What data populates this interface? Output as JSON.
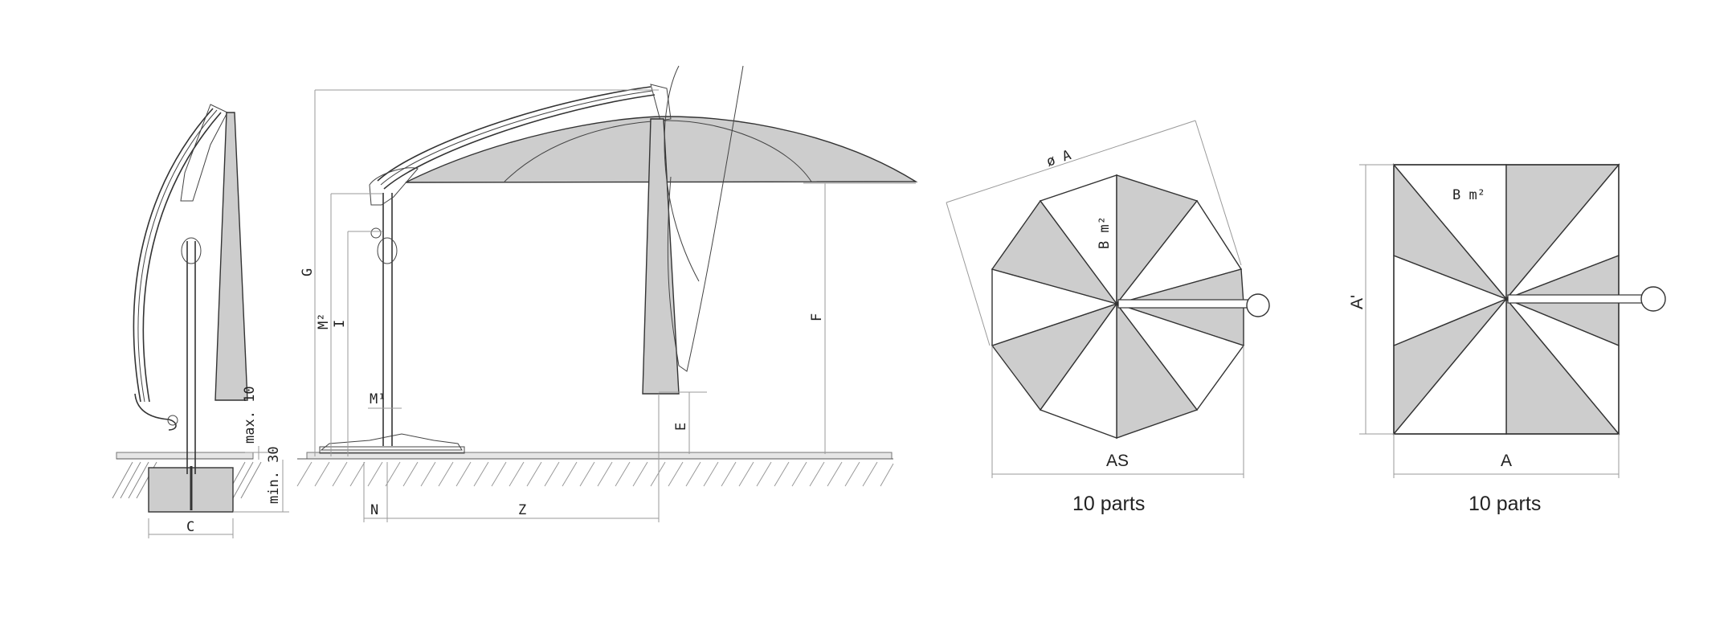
{
  "labels": {
    "c": "C",
    "max10": "max. 10",
    "min30": "min. 30",
    "g": "G",
    "m2": "M²",
    "i": "I",
    "m1": "M¹",
    "n": "N",
    "z": "Z",
    "e": "E",
    "f": "F",
    "diamA": "ø A",
    "bm2_oct": "B m²",
    "as": "AS",
    "parts_oct": "10 parts",
    "a_prime": "A'",
    "bm2_sq": "B m²",
    "a": "A",
    "parts_sq": "10 parts"
  },
  "colors": {
    "canvas": "#cdcdcd",
    "line": "#333333",
    "dimension": "#9a9a9a"
  }
}
